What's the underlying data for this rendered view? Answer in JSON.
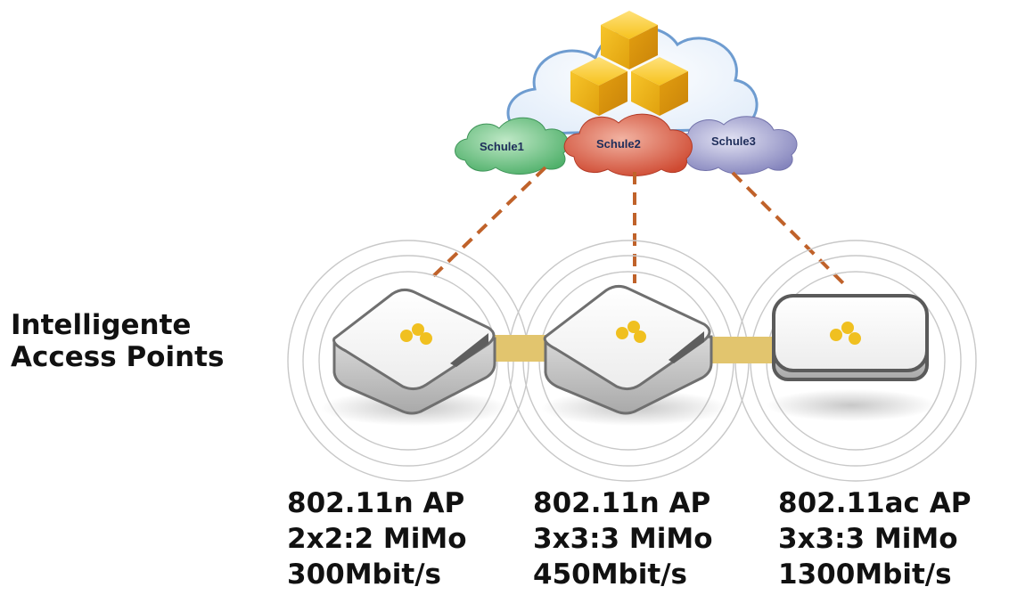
{
  "title_lines": [
    "Intelligente",
    "Access Points"
  ],
  "clouds": [
    {
      "label": "Schule1",
      "color": "#4fb06a",
      "light": "#bfe8c6"
    },
    {
      "label": "Schule2",
      "color": "#d2513a",
      "light": "#f2b3a2"
    },
    {
      "label": "Schule3",
      "color": "#8f8fc2",
      "light": "#d6d6ee"
    }
  ],
  "access_points": [
    {
      "line1": "802.11n AP",
      "line2": "2x2:2 MiMo",
      "line3": "300Mbit/s"
    },
    {
      "line1": "802.11n AP",
      "line2": "3x3:3 MiMo",
      "line3": "450Mbit/s"
    },
    {
      "line1": "802.11ac AP",
      "line2": "3x3:3 MiMo",
      "line3": "1300Mbit/s"
    }
  ],
  "colors": {
    "link_dashes": "#c0622a",
    "mesh_link": "#e2c56e",
    "cube": "#f5c21b",
    "main_cloud_stroke": "#6e9cd0"
  }
}
